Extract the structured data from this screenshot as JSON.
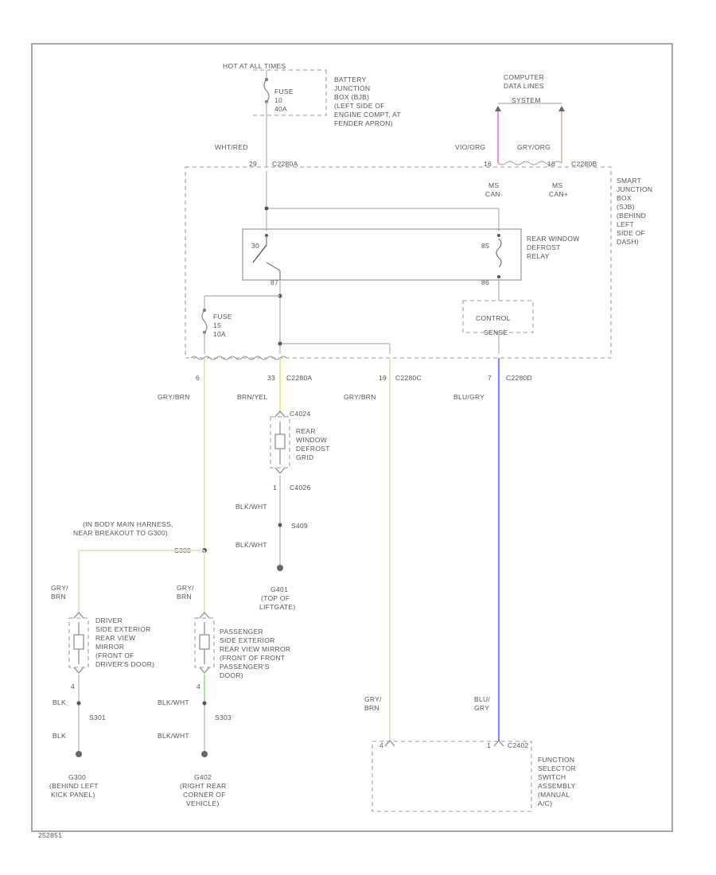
{
  "labels": {
    "hot_at_all_times": "HOT AT ALL TIMES",
    "fuse_top_1": "FUSE",
    "fuse_top_2": "10",
    "fuse_top_3": "40A",
    "bjb_1": "BATTERY",
    "bjb_2": "JUNCTION",
    "bjb_3": "BOX (BJB)",
    "bjb_4": "(LEFT SIDE OF",
    "bjb_5": "ENGINE COMPT, AT",
    "bjb_6": "FENDER APRON)",
    "cdl_1": "COMPUTER",
    "cdl_2": "DATA LINES",
    "cdl_3": "SYSTEM",
    "vio_org": "VIO/ORG",
    "gry_org": "GRY/ORG",
    "wht_red": "WHT/RED",
    "pin_29": "29",
    "c2280a_top": "C2280A",
    "pin_16": "16",
    "pin_18": "18",
    "c2280b_top": "C2280B",
    "ms_can_minus_1": "MS",
    "ms_can_minus_2": "CAN-",
    "ms_can_plus_1": "MS",
    "ms_can_plus_2": "CAN+",
    "sjb_1": "SMART",
    "sjb_2": "JUNCTION",
    "sjb_3": "BOX",
    "sjb_4": "(SJB)",
    "sjb_5": "(BEHIND",
    "sjb_6": "LEFT",
    "sjb_7": "SIDE OF",
    "sjb_8": "DASH)",
    "relay_1": "REAR WINDOW",
    "relay_2": "DEFROST",
    "relay_3": "RELAY",
    "relay_pin_30": "30",
    "relay_pin_87": "87",
    "relay_pin_85": "85",
    "relay_pin_86": "86",
    "fuse_mid_1": "FUSE",
    "fuse_mid_2": "15",
    "fuse_mid_3": "10A",
    "control_1": "CONTROL",
    "control_2": "SENSE",
    "pin_6": "6",
    "pin_33": "33",
    "c2280a_mid": "C2280A",
    "pin_19": "19",
    "c2280c": "C2280C",
    "pin_7": "7",
    "c2280d": "C2280D",
    "gry_brn_1": "GRY/BRN",
    "brn_yel": "BRN/YEL",
    "gry_brn_2": "GRY/BRN",
    "blu_gry_1": "BLU/GRY",
    "c4024": "C4024",
    "grid_1": "REAR",
    "grid_2": "WINDOW",
    "grid_3": "DEFROST",
    "grid_4": "GRID",
    "pin_1": "1",
    "c4026": "C4026",
    "blk_wht_1": "BLK/WHT",
    "s409": "S409",
    "blk_wht_2": "BLK/WHT",
    "g401_1": "G401",
    "g401_2": "(TOP OF",
    "g401_3": "LIFTGATE)",
    "harness_1": "(IN BODY MAIN HARNESS,",
    "harness_2": "NEAR BREAKOUT TO G300)",
    "s300": "S300",
    "gry_brn_3a": "GRY/",
    "gry_brn_3b": "BRN",
    "gry_brn_4a": "GRY/",
    "gry_brn_4b": "BRN",
    "drv_1": "DRIVER",
    "drv_2": "SIDE EXTERIOR",
    "drv_3": "REAR VIEW",
    "drv_4": "MIRROR",
    "drv_5": "(FRONT OF",
    "drv_6": "DRIVER'S DOOR)",
    "pas_1": "PASSENGER",
    "pas_2": "SIDE EXTERIOR",
    "pas_3": "REAR VIEW MIRROR",
    "pas_4": "(FRONT OF FRONT",
    "pas_5": "PASSENGER'S",
    "pas_6": "DOOR)",
    "pin_4a": "4",
    "pin_4b": "4",
    "blk_1": "BLK",
    "s301": "S301",
    "blk_2": "BLK",
    "blk_wht_3": "BLK/WHT",
    "s303": "S303",
    "blk_wht_4": "BLK/WHT",
    "g300_1": "G300",
    "g300_2": "(BEHIND LEFT",
    "g300_3": "KICK PANEL)",
    "g402_1": "G402",
    "g402_2": "(RIGHT REAR",
    "g402_3": "CORNER OF",
    "g402_4": "VEHICLE)",
    "gry_brn_5a": "GRY/",
    "gry_brn_5b": "BRN",
    "blu_gry_2a": "BLU/",
    "blu_gry_2b": "GRY",
    "pin_c1": "4",
    "pin_c2": "1",
    "c2402": "C2402",
    "fss_1": "FUNCTION",
    "fss_2": "SELECTOR",
    "fss_3": "SWITCH",
    "fss_4": "ASSEMBLY",
    "fss_5": "(MANUAL",
    "fss_6": "A/C)",
    "figure_id": "252851"
  },
  "colors": {
    "line": "#9a9a9a",
    "wire_gray": "#bdbdbd",
    "wire_violet": "#ee7fe8",
    "wire_tan": "#e2bf9c",
    "wire_yellow": "#e6ec70",
    "wire_cream": "#e8e0b8",
    "wire_blue": "#8a8cf4",
    "wire_green": "#a8e0a0",
    "text": "#555555"
  }
}
